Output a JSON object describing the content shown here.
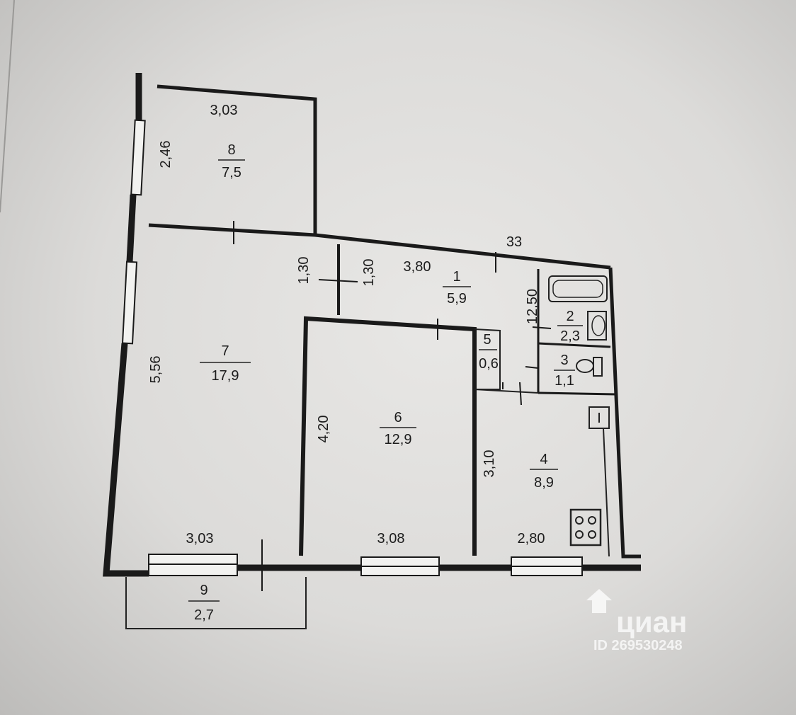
{
  "rooms": [
    {
      "id": "r1",
      "number": "1",
      "area": "5,9"
    },
    {
      "id": "r2",
      "number": "2",
      "area": "2,3"
    },
    {
      "id": "r3",
      "number": "3",
      "area": "1,1"
    },
    {
      "id": "r4",
      "number": "4",
      "area": "8,9"
    },
    {
      "id": "r5",
      "number": "5",
      "area": "0,6"
    },
    {
      "id": "r6",
      "number": "6",
      "area": "12,9"
    },
    {
      "id": "r7",
      "number": "7",
      "area": "17,9"
    },
    {
      "id": "r8",
      "number": "8",
      "area": "7,5"
    },
    {
      "id": "r9",
      "number": "9",
      "area": "2,7"
    }
  ],
  "dimensions": {
    "r8_width": "3,03",
    "r8_depth": "2,46",
    "r7_depth": "5,56",
    "r7_width": "3,03",
    "corridor_a": "1,30",
    "corridor_b": "1,30",
    "corridor_len": "3,80",
    "top_right": "33",
    "bath_len": "12,50",
    "r6_depth": "4,20",
    "r6_width": "3,08",
    "r4_depth": "3,10",
    "r4_width": "2,80"
  },
  "watermark": {
    "brand": "циан",
    "id_text": "ID 269530248"
  }
}
